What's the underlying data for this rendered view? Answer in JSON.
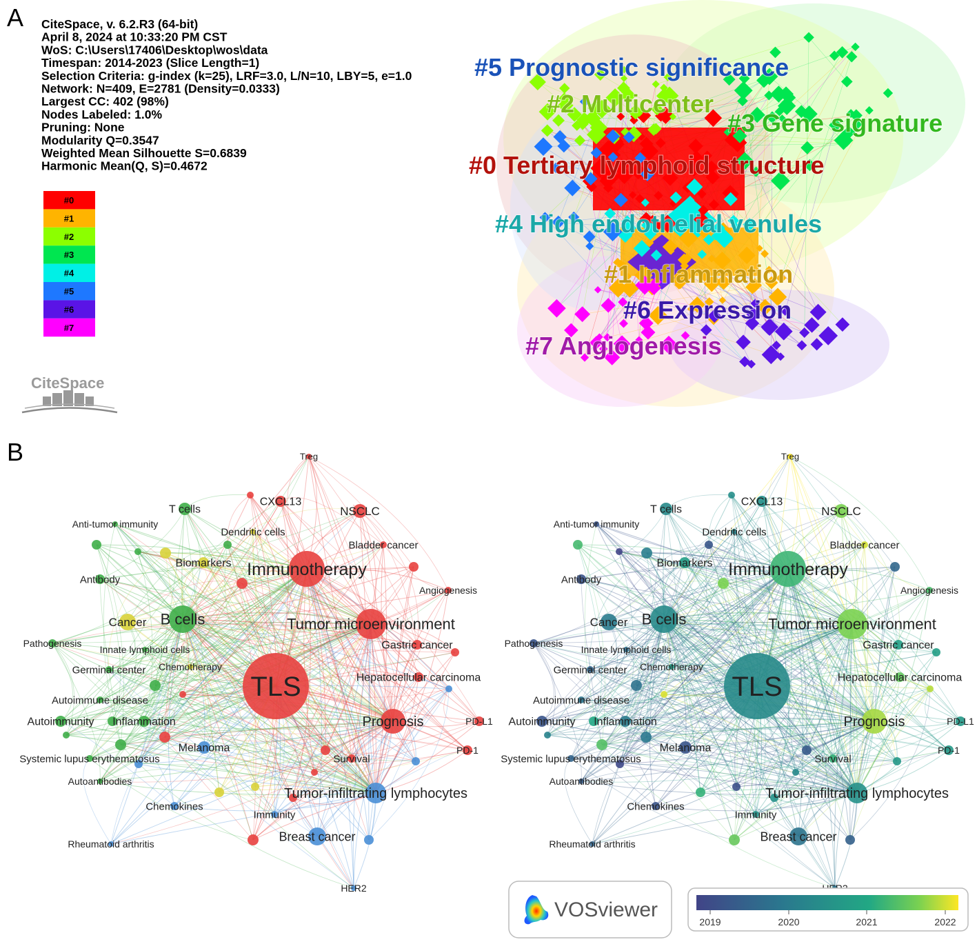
{
  "panels": {
    "a": "A",
    "b": "B"
  },
  "citespace": {
    "info_lines": [
      "CiteSpace, v. 6.2.R3 (64-bit)",
      "April 8, 2024 at 10:33:20 PM CST",
      "WoS: C:\\Users\\17406\\Desktop\\wos\\data",
      "Timespan: 2014-2023 (Slice Length=1)",
      "Selection Criteria: g-index (k=25), LRF=3.0, L/N=10, LBY=5, e=1.0",
      "Network: N=409, E=2781 (Density=0.0333)",
      "Largest CC: 402 (98%)",
      "Nodes Labeled: 1.0%",
      "Pruning: None",
      "Modularity Q=0.3547",
      "Weighted Mean Silhouette S=0.6839",
      "Harmonic Mean(Q, S)=0.4672"
    ],
    "legend": [
      {
        "key": "#0",
        "color": "#ff0000"
      },
      {
        "key": "#1",
        "color": "#ffb400"
      },
      {
        "key": "#2",
        "color": "#8cff00"
      },
      {
        "key": "#3",
        "color": "#00e650"
      },
      {
        "key": "#4",
        "color": "#00f0e6"
      },
      {
        "key": "#5",
        "color": "#1e78ff"
      },
      {
        "key": "#6",
        "color": "#5a14e6"
      },
      {
        "key": "#7",
        "color": "#ff00ff"
      }
    ],
    "logo": "CiteSpace",
    "clusters": [
      {
        "label": "#5 Prognostic significance",
        "color": "#1a52b8"
      },
      {
        "label": "#2 Multicenter",
        "color": "#7fbf1a"
      },
      {
        "label": "#3 Gene signature",
        "color": "#33b81f"
      },
      {
        "label": "#0 Tertiary lymphoid structure",
        "color": "#b3120c"
      },
      {
        "label": "#4 High endothelial venules",
        "color": "#1aa8a8"
      },
      {
        "label": "#1 Inflammation",
        "color": "#c79a12"
      },
      {
        "label": "#6 Expression",
        "color": "#3a1aa8"
      },
      {
        "label": "#7 Angiogenesis",
        "color": "#a01aa8"
      }
    ]
  },
  "vosviewer": {
    "logo": "VOSviewer",
    "year_ticks": [
      "2019",
      "2020",
      "2021",
      "2022"
    ],
    "cluster_colors": {
      "red": "#e8413f",
      "green": "#3fae49",
      "blue": "#4a8fd6",
      "yellow": "#d8d23a"
    },
    "keywords": {
      "tls": "TLS",
      "immunotherapy": "Immunotherapy",
      "tme": "Tumor microenvironment",
      "bcells": "B cells",
      "til": "Tumor-infiltrating lymphocytes",
      "prognosis": "Prognosis",
      "breast": "Breast cancer",
      "nsclc": "NSCLC",
      "cxcl13": "CXCL13",
      "treg": "Treg",
      "tcells": "T cells",
      "antitumor": "Anti-tumor immunity",
      "dendritic": "Dendritic cells",
      "bladder": "Bladder cancer",
      "biomarkers": "Biomarkers",
      "antibody": "Antibody",
      "angiogenesis": "Angiogenesis",
      "cancer": "Cancer",
      "pathogenesis": "Pathogenesis",
      "ilc": "Innate lymphoid cells",
      "gastric": "Gastric cancer",
      "germinal": "Germinal center",
      "chemo": "Chemotherapy",
      "hcc": "Hepatocellular carcinoma",
      "autoimmune": "Autoimmune disease",
      "autoimmunity": "Autoimmunity",
      "inflammation": "Inflammation",
      "pdl1": "PD-L1",
      "melanoma": "Melanoma",
      "pd1": "PD-1",
      "sle": "Systemic lupus erythematosus",
      "survival": "Survival",
      "autoantibodies": "Autoantibodies",
      "chemokines": "Chemokines",
      "immunity": "Immunity",
      "ra": "Rheumatoid arthritis",
      "her2": "HER2"
    }
  }
}
